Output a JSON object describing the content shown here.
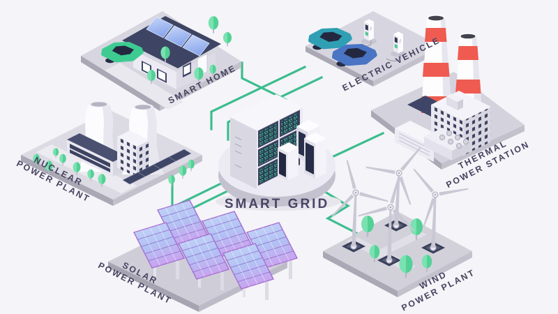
{
  "title": "Smart Grid Isometric Diagram",
  "center": {
    "label": "SMART GRID"
  },
  "nodes": [
    {
      "id": "smart-home",
      "lines": [
        "SMART HOME"
      ]
    },
    {
      "id": "electric-vehicle",
      "lines": [
        "ELECTRIC VEHICLE"
      ]
    },
    {
      "id": "thermal-power-station",
      "lines": [
        "THERMAL",
        "POWER STATION"
      ]
    },
    {
      "id": "nuclear-power-plant",
      "lines": [
        "NUCLEAR",
        "POWER PLANT"
      ]
    },
    {
      "id": "solar-power-plant",
      "lines": [
        "SOLAR",
        "POWER PLANT"
      ]
    },
    {
      "id": "wind-power-plant",
      "lines": [
        "WIND",
        "POWER PLANT"
      ]
    }
  ],
  "colors": {
    "background": "#f5f4f8",
    "connection_green": "#3cbd8e",
    "label_text": "#474360",
    "title_text": "#4a4566",
    "platform_top": "#d2d1da",
    "platform_side": "#a9a8b4",
    "chimney_red": "#ef5b50",
    "tree_green": "#79e2b0",
    "solar_panel_blue": "#b2c2f4",
    "solar_panel_frame": "#a672d2",
    "server_circuit_green": "#3fc08d",
    "dark_navy": "#3d4361",
    "car_green": "#3ecb92",
    "car_teal": "#2f9fb4",
    "car_blue": "#4a74c4"
  }
}
